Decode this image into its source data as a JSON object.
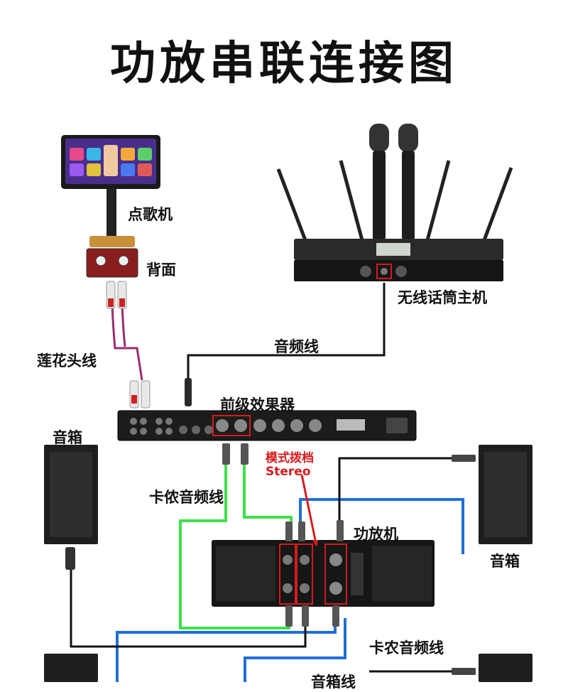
{
  "title": "功放串联连接图",
  "labels": {
    "jukebox": "点歌机",
    "jukebox_back": "背面",
    "wireless_mic": "无线话筒主机",
    "audio_cable": "音频线",
    "rca_cable": "莲花头线",
    "preamp": "前级效果器",
    "speaker_top_left": "音箱",
    "speaker_top_right": "音箱",
    "xlr_cable_left": "卡侬音频线",
    "mode_switch": "模式拨档",
    "mode_value": "Stereo",
    "amplifier": "功放机",
    "xlr_cable_bottom": "卡农音频线",
    "speaker_cable": "音箱线"
  },
  "colors": {
    "speaker_cable": "#1f6fd6",
    "xlr_cable": "#3ee04a",
    "rca_cable": "#9a2c6e",
    "black_cable": "#111111",
    "highlight_box": "#d41c1c"
  }
}
